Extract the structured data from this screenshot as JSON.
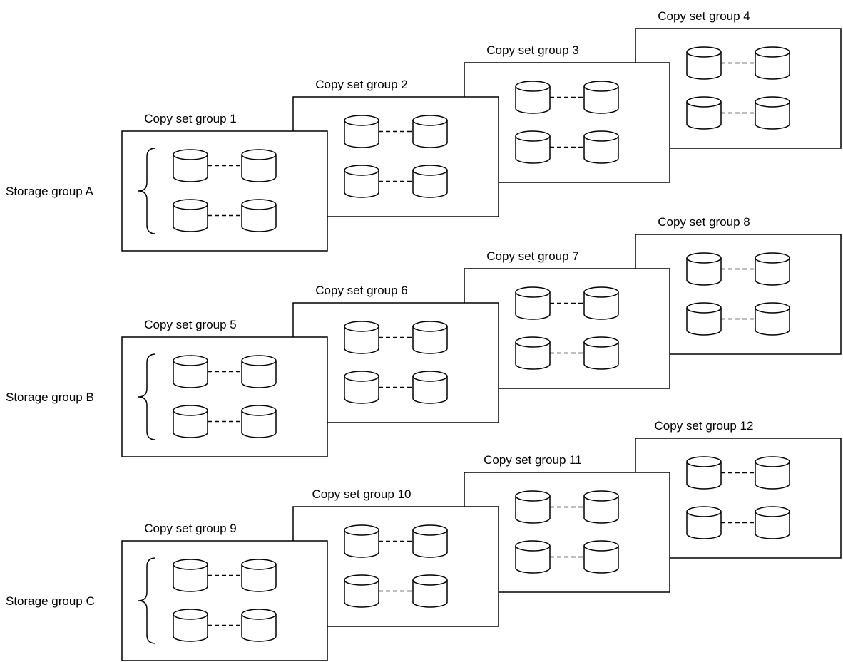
{
  "storage_groups": [
    {
      "label": "Storage group A",
      "copy_set_groups": [
        {
          "label": "Copy set group 1",
          "pairs": 2
        },
        {
          "label": "Copy set group 2",
          "pairs": 2
        },
        {
          "label": "Copy set group 3",
          "pairs": 2
        },
        {
          "label": "Copy set group 4",
          "pairs": 2
        }
      ]
    },
    {
      "label": "Storage group B",
      "copy_set_groups": [
        {
          "label": "Copy set group 5",
          "pairs": 2
        },
        {
          "label": "Copy set group 6",
          "pairs": 2
        },
        {
          "label": "Copy set group 7",
          "pairs": 2
        },
        {
          "label": "Copy set group 8",
          "pairs": 2
        }
      ]
    },
    {
      "label": "Storage group C",
      "copy_set_groups": [
        {
          "label": "Copy set group 9",
          "pairs": 2
        },
        {
          "label": "Copy set group 10",
          "pairs": 2
        },
        {
          "label": "Copy set group 11",
          "pairs": 2
        },
        {
          "label": "Copy set group 12",
          "pairs": 2
        }
      ]
    }
  ]
}
